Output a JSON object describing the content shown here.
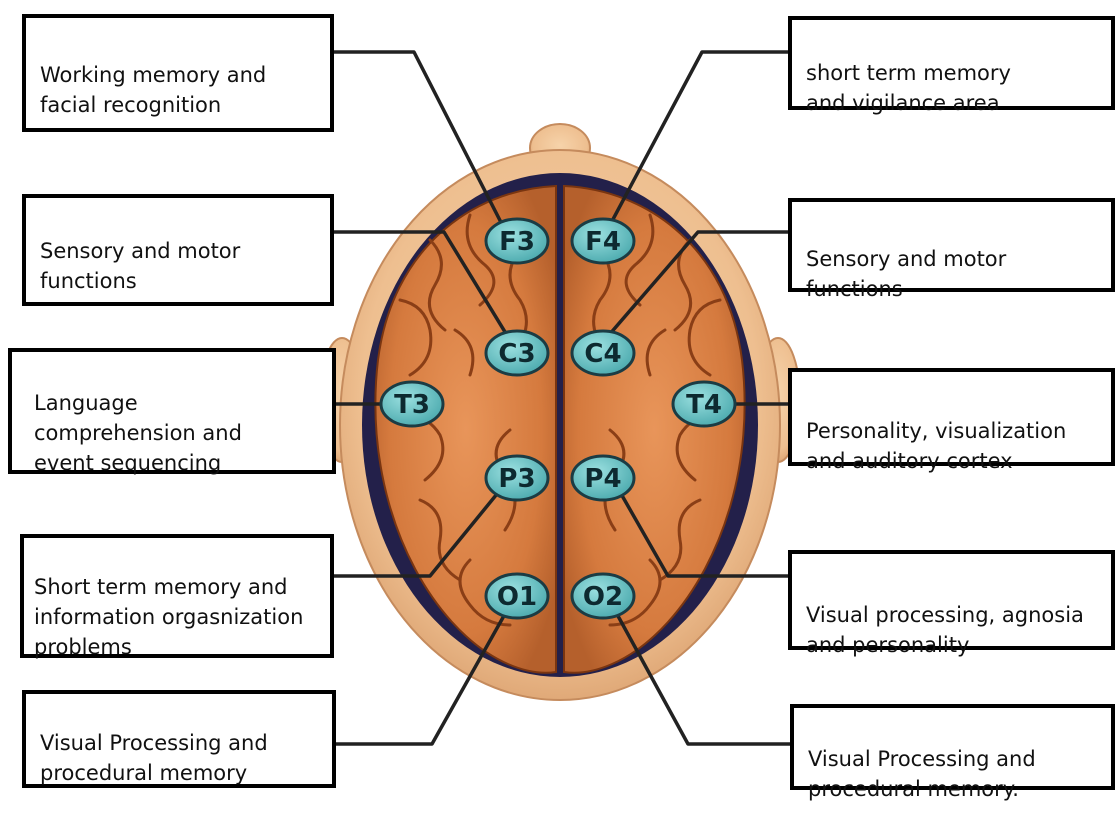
{
  "electrodes": [
    {
      "id": "F3",
      "label": "F3"
    },
    {
      "id": "F4",
      "label": "F4"
    },
    {
      "id": "C3",
      "label": "C3"
    },
    {
      "id": "C4",
      "label": "C4"
    },
    {
      "id": "T3",
      "label": "T3"
    },
    {
      "id": "T4",
      "label": "T4"
    },
    {
      "id": "P3",
      "label": "P3"
    },
    {
      "id": "P4",
      "label": "P4"
    },
    {
      "id": "O1",
      "label": "O1"
    },
    {
      "id": "O2",
      "label": "O2"
    }
  ],
  "callouts": {
    "f3": "Working memory and\nfacial recognition",
    "f4": "short term memory\nand vigilance area",
    "c3": "Sensory and motor\nfunctions",
    "c4": "Sensory and motor\nfunctions",
    "t3": "Language\ncomprehension and\nevent sequencing",
    "t4": "Personality, visualization\nand auditory cortex",
    "p3": "Short term memory and\ninformation orgasnization\nproblems",
    "p4": "Visual processing, agnosia\nand personality",
    "o1": "Visual Processing and\nprocedural memory",
    "o2": "Visual Processing and\nprocedural memory."
  },
  "colors": {
    "head_skin": "#eebf90",
    "scalp_dark": "#22204a",
    "brain": "#d98244",
    "brain_fold": "#8a3e16",
    "electrode_fill": "#69c3c3",
    "electrode_stroke": "#1b3c44",
    "line": "#222222"
  }
}
